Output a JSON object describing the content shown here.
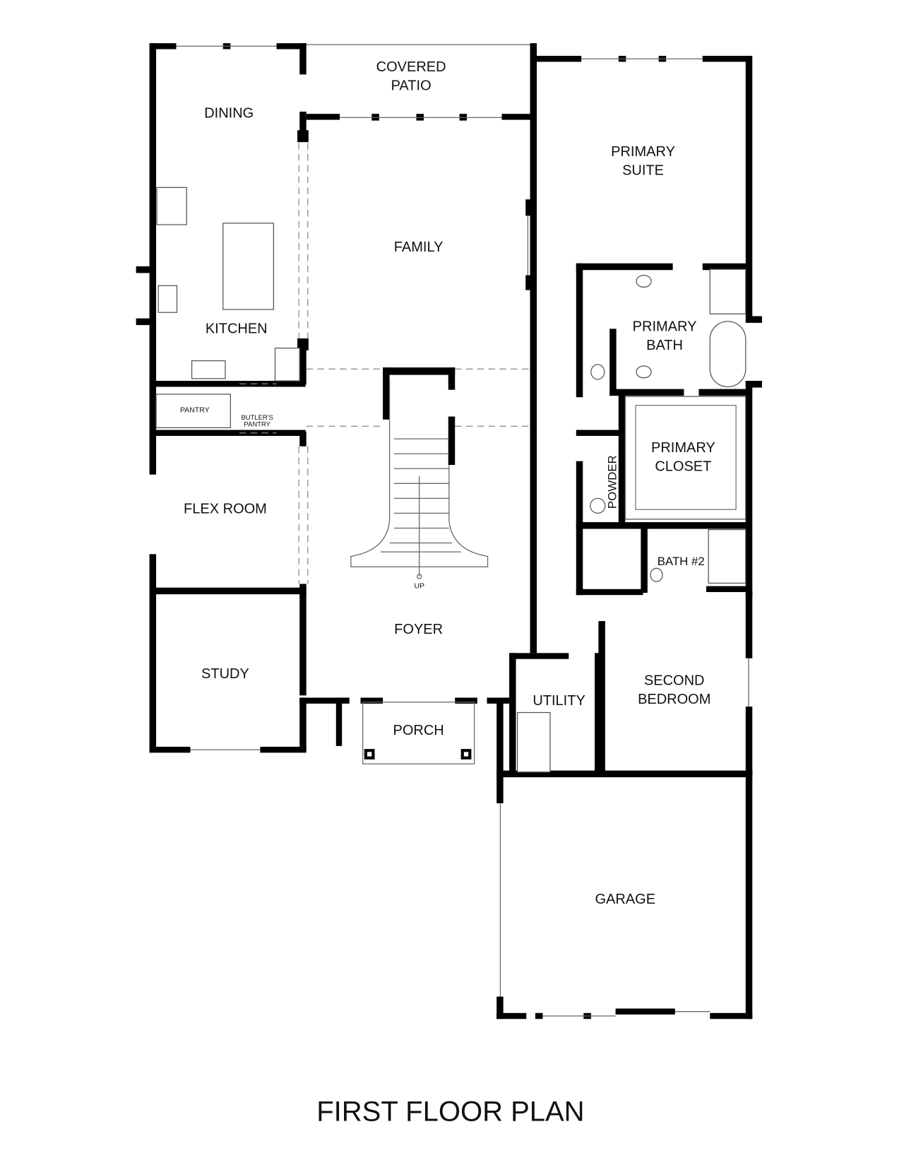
{
  "title": "FIRST FLOOR PLAN",
  "rooms": {
    "dining": "DINING",
    "covered_patio_1": "COVERED",
    "covered_patio_2": "PATIO",
    "family": "FAMILY",
    "primary_suite_1": "PRIMARY",
    "primary_suite_2": "SUITE",
    "kitchen": "KITCHEN",
    "primary_bath_1": "PRIMARY",
    "primary_bath_2": "BATH",
    "pantry": "PANTRY",
    "butlers_pantry_1": "BUTLER'S",
    "butlers_pantry_2": "PANTRY",
    "primary_closet_1": "PRIMARY",
    "primary_closet_2": "CLOSET",
    "powder": "POWDER",
    "flex_room": "FLEX ROOM",
    "bath_2": "BATH #2",
    "stairs_up": "UP",
    "foyer": "FOYER",
    "study": "STUDY",
    "utility": "UTILITY",
    "second_bedroom_1": "SECOND",
    "second_bedroom_2": "BEDROOM",
    "porch": "PORCH",
    "garage": "GARAGE"
  }
}
